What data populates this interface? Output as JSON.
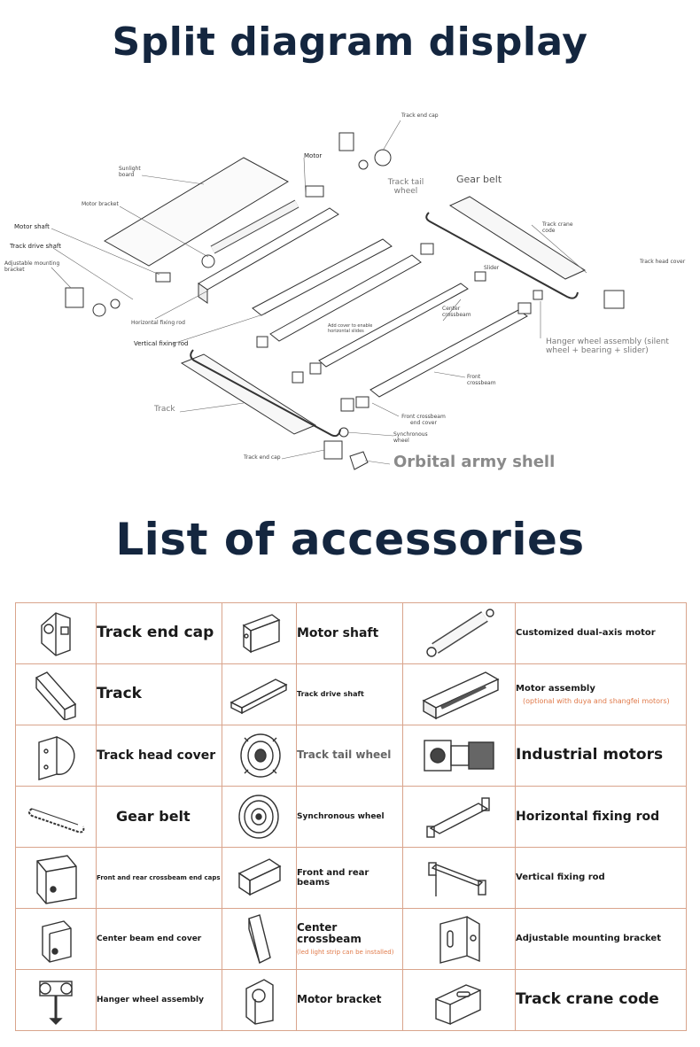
{
  "titles": {
    "split": "Split diagram display",
    "accessories": "List of accessories"
  },
  "diagram_labels": {
    "track_end_cap_top": "Track end cap",
    "motor": "Motor",
    "sunlight_board": "Sunlight board",
    "track_tail_wheel": "Track tail wheel",
    "gear_belt": "Gear belt",
    "motor_bracket": "Motor bracket",
    "track_crane_code": "Track crane code",
    "motor_shaft": "Motor shaft",
    "track_drive_shaft": "Track drive shaft",
    "track_head_cover": "Track head cover",
    "adjustable_mounting_bracket": "Adjustable mounting bracket",
    "slider": "Slider",
    "center_crossbeam": "Center crossbeam",
    "led_note": "Add cover to enable horizontal slides",
    "horizontal_fixing_rod": "Horizontal fixing rod",
    "hanger_wheel_assembly": "Hanger wheel assembly (silent wheel + bearing + slider)",
    "vertical_fixing_rod": "Vertical fixing rod",
    "front_crossbeam": "Front crossbeam",
    "track": "Track",
    "front_crossbeam_end_cover": "Front crossbeam end cover",
    "synchronous_wheel": "Synchronous wheel",
    "track_end_cap_bottom": "Track end cap",
    "orbital_army_shell": "Orbital army shell"
  },
  "accessories": [
    [
      {
        "icon": "track-end-cap-icon",
        "label": "Track end cap",
        "style": "s-xl"
      },
      {
        "icon": "motor-shaft-icon",
        "label": "Motor shaft",
        "style": "s-l"
      },
      {
        "icon": "dual-axis-motor-icon",
        "label": "Customized dual-axis motor",
        "style": "s-s"
      }
    ],
    [
      {
        "icon": "track-icon",
        "label": "Track",
        "style": "s-xl"
      },
      {
        "icon": "track-drive-shaft-icon",
        "label": "Track drive shaft",
        "style": "s-xs"
      },
      {
        "icon": "motor-assembly-icon",
        "label": "Motor assembly",
        "style": "s-s",
        "note": "(optional with duya and shangfei motors)"
      }
    ],
    [
      {
        "icon": "track-head-cover-icon",
        "label": "Track head cover",
        "style": "s-l"
      },
      {
        "icon": "track-tail-wheel-icon",
        "label": "Track tail wheel",
        "style": "s-m-gray"
      },
      {
        "icon": "industrial-motor-icon",
        "label": "Industrial motors",
        "style": "s-gray"
      }
    ],
    [
      {
        "icon": "gear-belt-icon",
        "label": "Gear belt",
        "style": "s-xl-dark"
      },
      {
        "icon": "synchronous-wheel-icon",
        "label": "Synchronous wheel",
        "style": "maroon"
      },
      {
        "icon": "horizontal-fixing-rod-icon",
        "label": "Horizontal fixing rod",
        "style": "s-l"
      }
    ],
    [
      {
        "icon": "crossbeam-end-cap-icon",
        "label": "Front and rear crossbeam end caps",
        "style": "s-xs"
      },
      {
        "icon": "beams-icon",
        "label": "Front and rear beams",
        "style": "s-s"
      },
      {
        "icon": "vertical-fixing-rod-icon",
        "label": "Vertical fixing rod",
        "style": "s-s"
      }
    ],
    [
      {
        "icon": "center-beam-end-cover-icon",
        "label": "Center beam end cover",
        "style": "s-tiny-gray"
      },
      {
        "icon": "center-crossbeam-icon",
        "label": "Center crossbeam",
        "style": "s-m",
        "note": "(led light strip can be installed)"
      },
      {
        "icon": "adjustable-bracket-icon",
        "label": "Adjustable mounting bracket",
        "style": "s-s"
      }
    ],
    [
      {
        "icon": "hanger-wheel-icon",
        "label": "Hanger wheel assembly",
        "style": "s-s"
      },
      {
        "icon": "motor-bracket-icon",
        "label": "Motor bracket",
        "style": "s-m"
      },
      {
        "icon": "track-crane-code-icon",
        "label": "Track crane code",
        "style": "s-xl"
      }
    ]
  ]
}
